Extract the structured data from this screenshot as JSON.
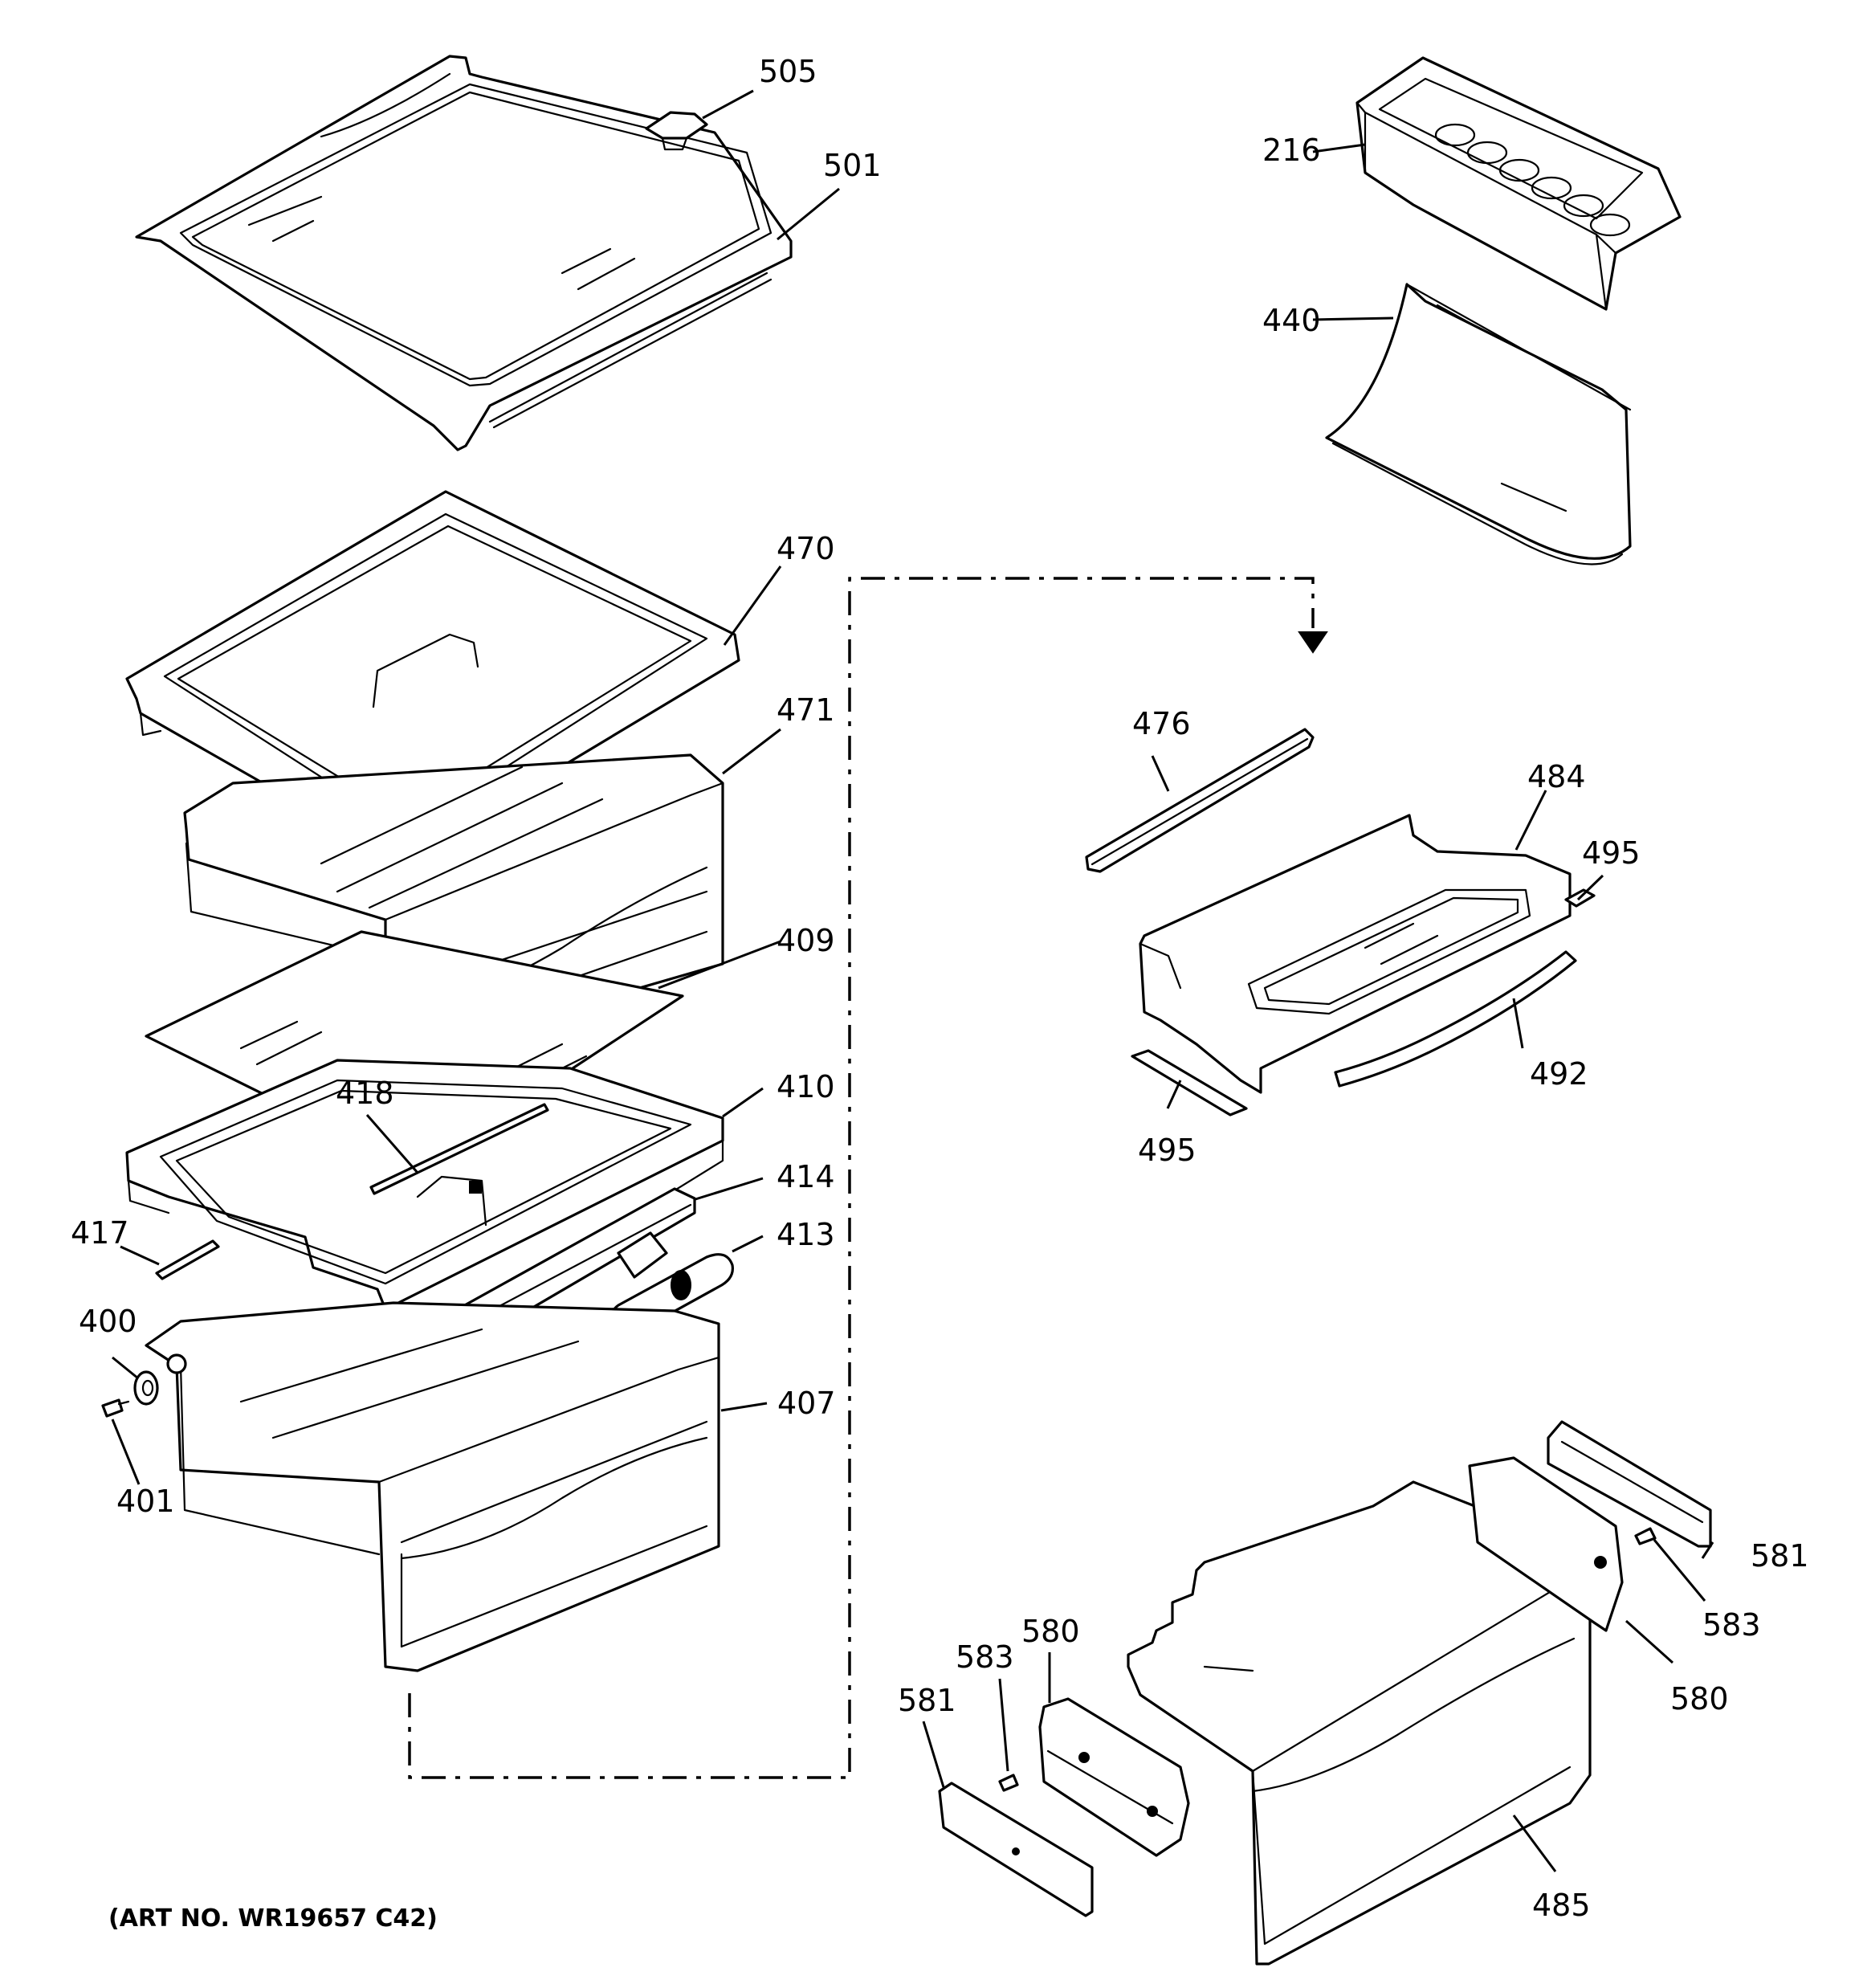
{
  "art_number": "(ART NO. WR19657 C42)",
  "labels": {
    "l505": "505",
    "l501": "501",
    "l216": "216",
    "l440": "440",
    "l470": "470",
    "l471": "471",
    "l409": "409",
    "l418": "418",
    "l410": "410",
    "l414": "414",
    "l413": "413",
    "l417": "417",
    "l400": "400",
    "l401": "401",
    "l407": "407",
    "l476": "476",
    "l484": "484",
    "l495a": "495",
    "l492": "492",
    "l495b": "495",
    "l581a": "581",
    "l583a": "583",
    "l580a": "580",
    "l581b": "581",
    "l583b": "583",
    "l580b": "580",
    "l485": "485"
  }
}
